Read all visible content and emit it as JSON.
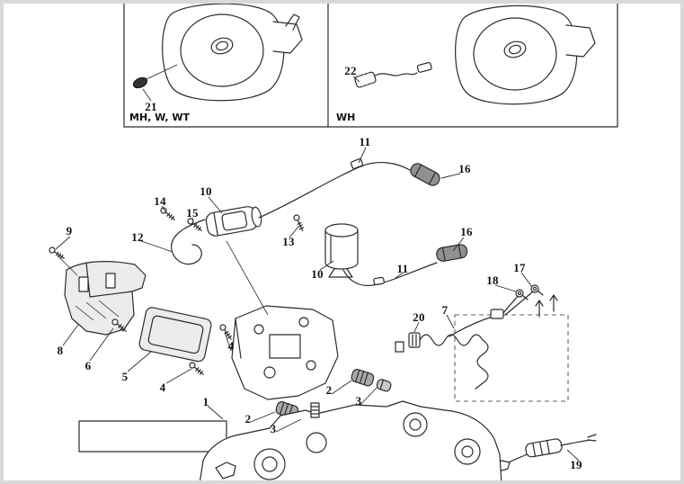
{
  "diagram": {
    "type": "exploded-parts-diagram",
    "panel_labels": [
      "MH, W, WT",
      "WH"
    ],
    "callouts": [
      "21",
      "22",
      "11",
      "16",
      "10",
      "14",
      "15",
      "12",
      "13",
      "9",
      "16",
      "10",
      "11",
      "17",
      "18",
      "20",
      "7",
      "8",
      "6",
      "5",
      "4",
      "4",
      "1",
      "2",
      "3",
      "2",
      "3",
      "19"
    ],
    "colors": {
      "line": "#2b2b2b",
      "background": "#ffffff",
      "frame": "#d8d8d8"
    }
  }
}
